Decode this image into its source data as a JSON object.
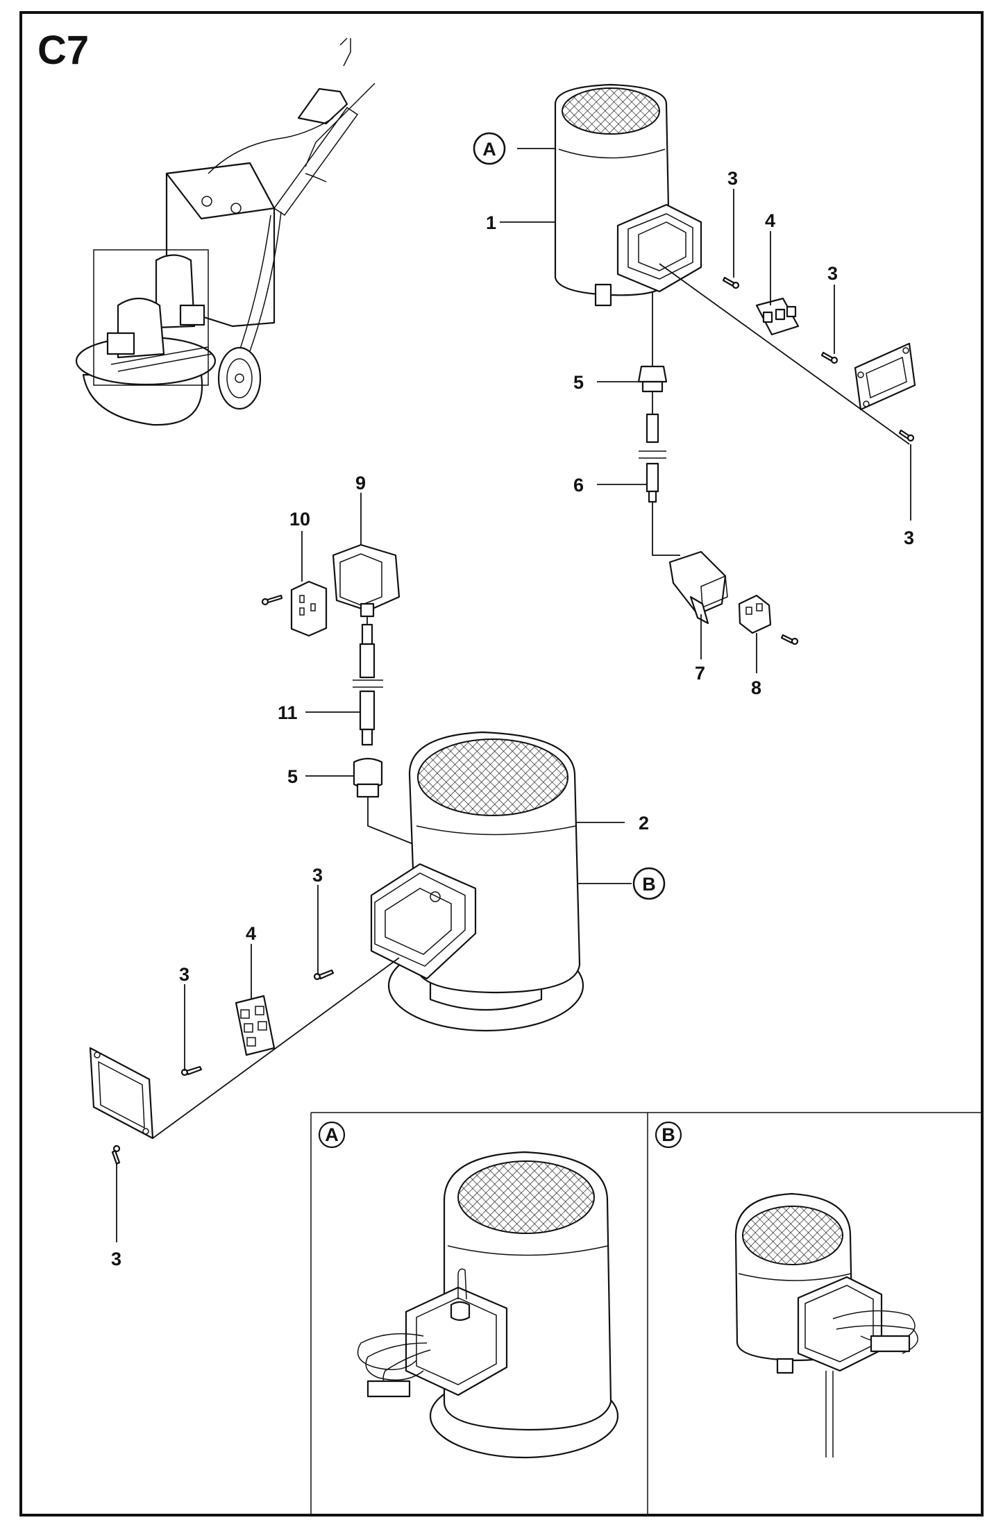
{
  "page_code": "C7",
  "callouts": [
    {
      "id": "lbl-1",
      "text": "1"
    },
    {
      "id": "lbl-2",
      "text": "2"
    },
    {
      "id": "lbl-3a",
      "text": "3"
    },
    {
      "id": "lbl-3b",
      "text": "3"
    },
    {
      "id": "lbl-3c",
      "text": "3"
    },
    {
      "id": "lbl-3d",
      "text": "3"
    },
    {
      "id": "lbl-3e",
      "text": "3"
    },
    {
      "id": "lbl-3f",
      "text": "3"
    },
    {
      "id": "lbl-4a",
      "text": "4"
    },
    {
      "id": "lbl-4b",
      "text": "4"
    },
    {
      "id": "lbl-5a",
      "text": "5"
    },
    {
      "id": "lbl-5b",
      "text": "5"
    },
    {
      "id": "lbl-6",
      "text": "6"
    },
    {
      "id": "lbl-7",
      "text": "7"
    },
    {
      "id": "lbl-8",
      "text": "8"
    },
    {
      "id": "lbl-9",
      "text": "9"
    },
    {
      "id": "lbl-10",
      "text": "10"
    },
    {
      "id": "lbl-11",
      "text": "11"
    }
  ],
  "view_markers": {
    "a": "A",
    "b": "B"
  },
  "detail_panels": [
    {
      "marker": "A"
    },
    {
      "marker": "B"
    }
  ]
}
